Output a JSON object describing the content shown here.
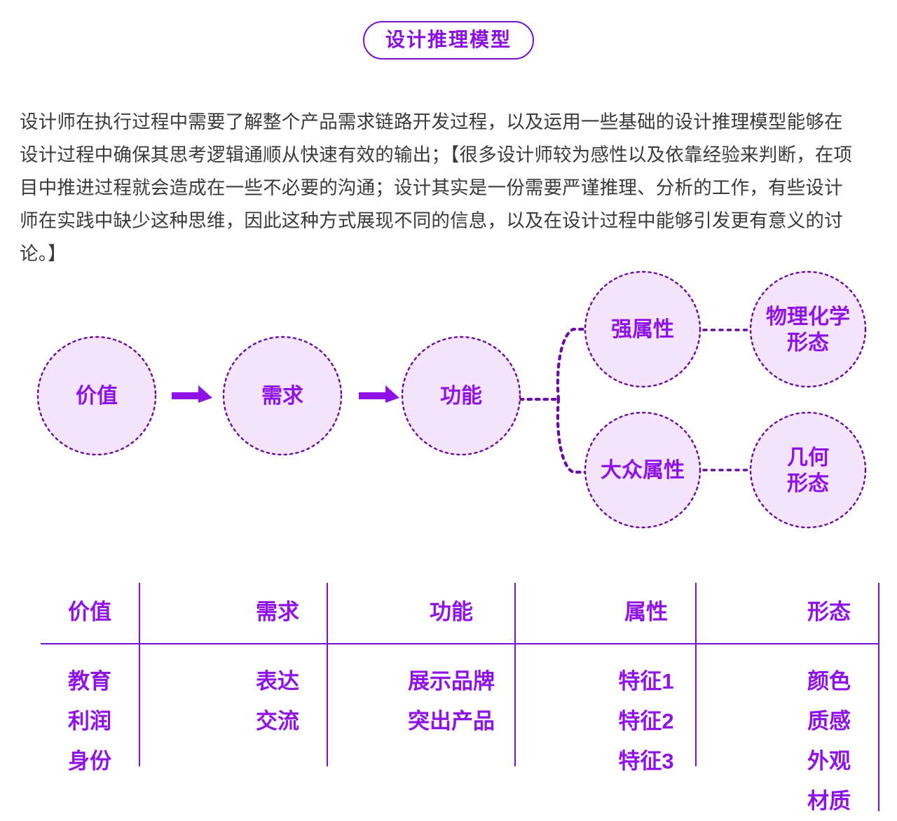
{
  "title": {
    "text": "设计推理模型",
    "border_color": "#7b0fd0",
    "text_color": "#8a0fe0"
  },
  "paragraph": {
    "text": "设计师在执行过程中需要了解整个产品需求链路开发过程，以及运用一些基础的设计推理模型能够在设计过程中确保其思考逻辑通顺从快速有效的输出；【很多设计师较为感性以及依靠经验来判断，在项目中推进过程就会造成在一些不必要的沟通；设计其实是一份需要严谨推理、分析的工作，有些设计师在实践中缺少这种思维，因此这种方式展现不同的信息，以及在设计过程中能够引发更有意义的讨论。】",
    "text_color": "#3a3a3a"
  },
  "diagram": {
    "node_fill": "#f4e5fc",
    "node_stroke": "#6a0aa8",
    "label_color": "#8f12e8",
    "nodes": [
      {
        "id": "value",
        "label": "价值",
        "lines": [
          "价值"
        ]
      },
      {
        "id": "need",
        "label": "需求",
        "lines": [
          "需求"
        ]
      },
      {
        "id": "function",
        "label": "功能",
        "lines": [
          "功能"
        ]
      },
      {
        "id": "strong-attr",
        "label": "强属性",
        "lines": [
          "强属性"
        ]
      },
      {
        "id": "mass-attr",
        "label": "大众属性",
        "lines": [
          "大众属性"
        ]
      },
      {
        "id": "physchem",
        "label": "物理化学形态",
        "lines": [
          "物理化学",
          "形态"
        ]
      },
      {
        "id": "geometric",
        "label": "几何形态",
        "lines": [
          "几何",
          "形态"
        ]
      }
    ],
    "arrows": [
      {
        "id": "value-to-need",
        "glyph": "arrow-right-icon"
      },
      {
        "id": "need-to-function",
        "glyph": "arrow-right-icon"
      }
    ]
  },
  "matrix": {
    "line_color": "#7b0fd0",
    "text_color": "#8f12e8",
    "columns": [
      {
        "header": "价值",
        "cells": [
          "教育",
          "利润",
          "身份"
        ]
      },
      {
        "header": "需求",
        "cells": [
          "表达",
          "交流"
        ]
      },
      {
        "header": "功能",
        "cells": [
          "展示品牌",
          "突出产品"
        ]
      },
      {
        "header": "属性",
        "cells": [
          "特征1",
          "特征2",
          "特征3"
        ]
      },
      {
        "header": "形态",
        "cells": [
          "颜色",
          "质感",
          "外观",
          "材质"
        ]
      }
    ]
  }
}
